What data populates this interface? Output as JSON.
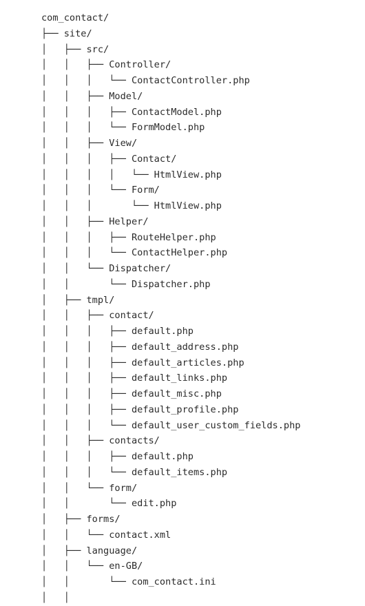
{
  "tree_lines": [
    "com_contact/",
    "├── site/",
    "│   ├── src/",
    "│   │   ├── Controller/",
    "│   │   │   └── ContactController.php",
    "│   │   ├── Model/",
    "│   │   │   ├── ContactModel.php",
    "│   │   │   └── FormModel.php",
    "│   │   ├── View/",
    "│   │   │   ├── Contact/",
    "│   │   │   │   └── HtmlView.php",
    "│   │   │   └── Form/",
    "│   │   │       └── HtmlView.php",
    "│   │   ├── Helper/",
    "│   │   │   ├── RouteHelper.php",
    "│   │   │   └── ContactHelper.php",
    "│   │   └── Dispatcher/",
    "│   │       └── Dispatcher.php",
    "│   ├── tmpl/",
    "│   │   ├── contact/",
    "│   │   │   ├── default.php",
    "│   │   │   ├── default_address.php",
    "│   │   │   ├── default_articles.php",
    "│   │   │   ├── default_links.php",
    "│   │   │   ├── default_misc.php",
    "│   │   │   ├── default_profile.php",
    "│   │   │   └── default_user_custom_fields.php",
    "│   │   ├── contacts/",
    "│   │   │   ├── default.php",
    "│   │   │   └── default_items.php",
    "│   │   └── form/",
    "│   │       └── edit.php",
    "│   ├── forms/",
    "│   │   └── contact.xml",
    "│   ├── language/",
    "│   │   └── en-GB/",
    "│   │       └── com_contact.ini",
    "│   │"
  ]
}
